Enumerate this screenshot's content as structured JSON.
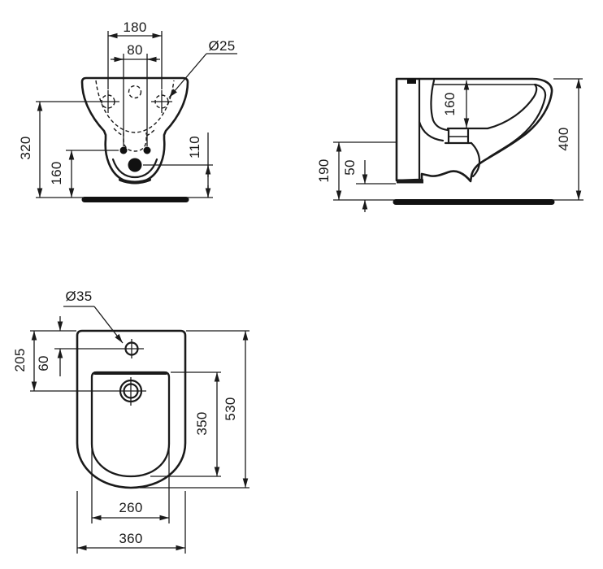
{
  "page": {
    "background": "#ffffff",
    "line_color": "#1a1a1a"
  },
  "drawing": {
    "type": "technical-drawing",
    "subject": "wall-hung bidet installation dimensions, three orthographic views",
    "views": {
      "front": {
        "name": "front view",
        "labels": {
          "holes_spacing": "180",
          "fixing_spacing": "80",
          "hole_diameter": "Ø25",
          "hole_height": "320",
          "fixing_height": "160",
          "drain_height": "110"
        }
      },
      "side": {
        "name": "side view",
        "labels": {
          "basin_depth": "160",
          "overall_height": "400",
          "underside_height": "190",
          "floor_gap": "50"
        }
      },
      "plan": {
        "name": "plan view",
        "labels": {
          "tap_hole_diameter": "Ø35",
          "drain_offset": "205",
          "tap_offset": "60",
          "basin_length": "350",
          "overall_length": "530",
          "basin_width": "260",
          "overall_width": "360"
        }
      }
    }
  }
}
